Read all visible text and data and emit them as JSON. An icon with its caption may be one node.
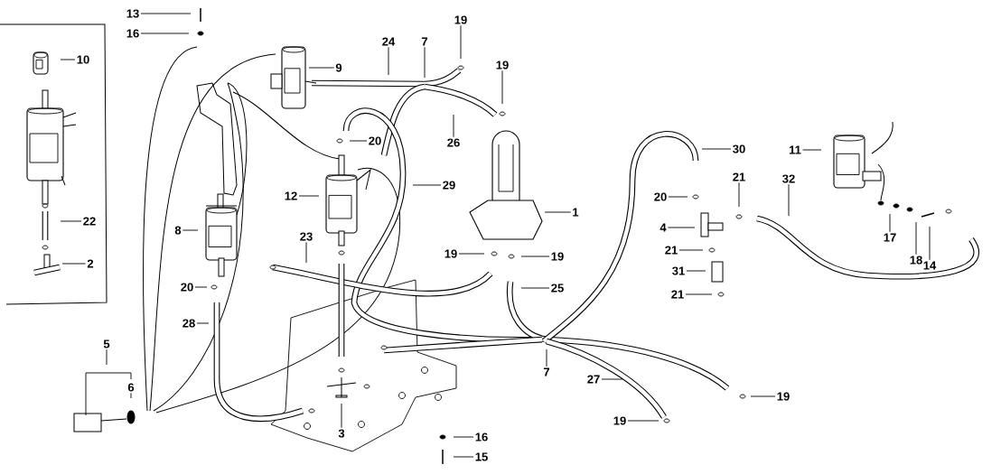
{
  "diagram": {
    "nodes": [
      {
        "text": [
          "13"
        ]
      },
      {
        "text": [
          "16"
        ]
      },
      {
        "text": [
          "10"
        ]
      },
      {
        "text": [
          "9"
        ]
      },
      {
        "text": [
          "24"
        ]
      },
      {
        "text": [
          "7"
        ]
      },
      {
        "text": [
          "19"
        ]
      },
      {
        "text": [
          "19"
        ]
      },
      {
        "text": [
          "26"
        ]
      },
      {
        "text": [
          "20"
        ]
      },
      {
        "text": [
          "30"
        ]
      },
      {
        "text": [
          "12"
        ]
      },
      {
        "text": [
          "29"
        ]
      },
      {
        "text": [
          "1"
        ]
      },
      {
        "text": [
          "11"
        ]
      },
      {
        "text": [
          "21"
        ]
      },
      {
        "text": [
          "32"
        ]
      },
      {
        "text": [
          "20"
        ]
      },
      {
        "text": [
          "4"
        ]
      },
      {
        "text": [
          "22"
        ]
      },
      {
        "text": [
          "8"
        ]
      },
      {
        "text": [
          "2"
        ]
      },
      {
        "text": [
          "23"
        ]
      },
      {
        "text": [
          "19"
        ]
      },
      {
        "text": [
          "19"
        ]
      },
      {
        "text": [
          "21"
        ]
      },
      {
        "text": [
          "20"
        ]
      },
      {
        "text": [
          "31"
        ]
      },
      {
        "text": [
          "17"
        ]
      },
      {
        "text": [
          "18"
        ]
      },
      {
        "text": [
          "14"
        ]
      },
      {
        "text": [
          "25"
        ]
      },
      {
        "text": [
          "21"
        ]
      },
      {
        "text": [
          "28"
        ]
      },
      {
        "text": [
          "5"
        ]
      },
      {
        "text": [
          "6"
        ]
      },
      {
        "text": [
          "7"
        ]
      },
      {
        "text": [
          "27"
        ]
      },
      {
        "text": [
          "19"
        ]
      },
      {
        "text": [
          "3"
        ]
      },
      {
        "text": [
          "19"
        ]
      },
      {
        "text": [
          "16"
        ]
      },
      {
        "text": [
          "15"
        ]
      }
    ],
    "edges": [
      {
        "from": 0,
        "to": null,
        "arrow": "none"
      },
      {
        "from": 1,
        "to": null,
        "arrow": "none"
      },
      {
        "from": 2,
        "to": null,
        "arrow": "none"
      },
      {
        "from": 3,
        "to": null,
        "arrow": "none"
      },
      {
        "from": 4,
        "to": null,
        "arrow": "none"
      },
      {
        "from": 5,
        "to": null,
        "arrow": "none"
      },
      {
        "from": 6,
        "to": null,
        "arrow": "none"
      },
      {
        "from": 7,
        "to": null,
        "arrow": "none"
      },
      {
        "from": 8,
        "to": null,
        "arrow": "none"
      },
      {
        "from": 9,
        "to": null,
        "arrow": "none"
      },
      {
        "from": 10,
        "to": null,
        "arrow": "none"
      },
      {
        "from": 11,
        "to": null,
        "arrow": "none"
      },
      {
        "from": 12,
        "to": null,
        "arrow": "none"
      },
      {
        "from": 13,
        "to": null,
        "arrow": "none"
      },
      {
        "from": 14,
        "to": null,
        "arrow": "none"
      },
      {
        "from": 15,
        "to": null,
        "arrow": "none"
      },
      {
        "from": 16,
        "to": null,
        "arrow": "none"
      },
      {
        "from": 17,
        "to": null,
        "arrow": "none"
      },
      {
        "from": 18,
        "to": null,
        "arrow": "none"
      },
      {
        "from": 19,
        "to": null,
        "arrow": "none"
      },
      {
        "from": 20,
        "to": null,
        "arrow": "none"
      },
      {
        "from": 21,
        "to": null,
        "arrow": "none"
      },
      {
        "from": 22,
        "to": null,
        "arrow": "none"
      },
      {
        "from": 23,
        "to": null,
        "arrow": "none"
      },
      {
        "from": 24,
        "to": null,
        "arrow": "none"
      },
      {
        "from": 25,
        "to": null,
        "arrow": "none"
      },
      {
        "from": 26,
        "to": null,
        "arrow": "none"
      },
      {
        "from": 27,
        "to": null,
        "arrow": "none"
      },
      {
        "from": 28,
        "to": null,
        "arrow": "none"
      },
      {
        "from": 29,
        "to": null,
        "arrow": "none"
      },
      {
        "from": 30,
        "to": null,
        "arrow": "none"
      },
      {
        "from": 31,
        "to": null,
        "arrow": "none"
      },
      {
        "from": 32,
        "to": null,
        "arrow": "none"
      },
      {
        "from": 33,
        "to": null,
        "arrow": "none"
      },
      {
        "from": 34,
        "to": null,
        "arrow": "none"
      },
      {
        "from": 35,
        "to": null,
        "arrow": "none"
      },
      {
        "from": 36,
        "to": null,
        "arrow": "none"
      },
      {
        "from": 37,
        "to": null,
        "arrow": "none"
      },
      {
        "from": 38,
        "to": null,
        "arrow": "none"
      },
      {
        "from": 39,
        "to": null,
        "arrow": "none"
      },
      {
        "from": 40,
        "to": null,
        "arrow": "none"
      },
      {
        "from": 41,
        "to": null,
        "arrow": "none"
      },
      {
        "from": 42,
        "to": null,
        "arrow": "none"
      }
    ]
  }
}
